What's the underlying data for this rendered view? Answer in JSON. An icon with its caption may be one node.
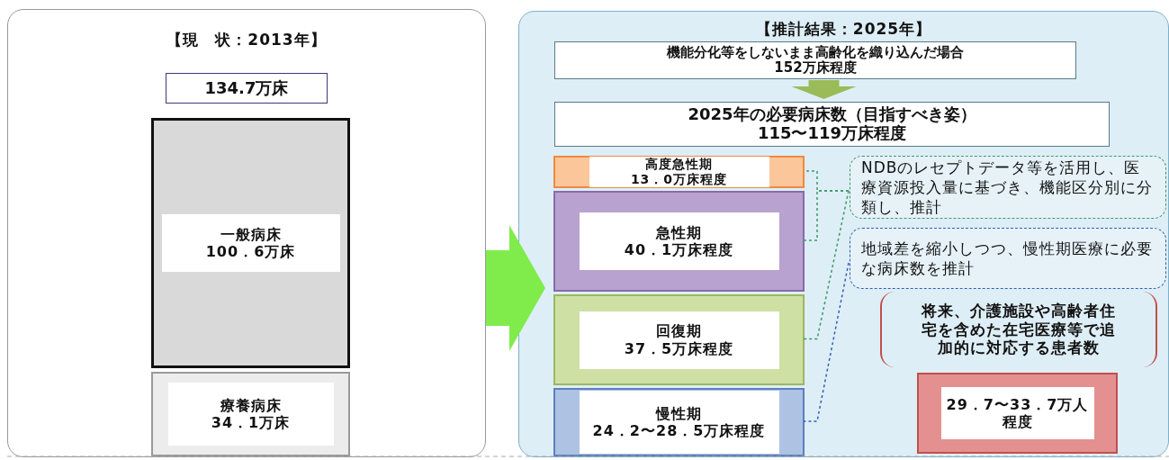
{
  "diagram": {
    "nodes": [
      {
        "text": [
          "【現　状：2013年】"
        ]
      },
      {
        "text": [
          "134.7万床"
        ],
        "in": 0
      },
      {
        "text": [
          "一般病床",
          "100．6万床"
        ],
        "in": 0
      },
      {
        "text": [
          "療養病床",
          "34．1万床"
        ],
        "in": 0
      },
      {
        "text": [
          "【推計結果：2025年】"
        ]
      },
      {
        "text": [
          "機能分化等をしないまま高齢化を織り込んだ場合",
          "152万床程度"
        ],
        "in": 4
      },
      {
        "text": [
          "2025年の必要病床数（目指すべき姿）",
          "115〜119万床程度"
        ],
        "in": 4
      },
      {
        "text": [
          "高度急性期",
          "13．0万床程度"
        ],
        "in": 4
      },
      {
        "text": [
          "急性期",
          "40．1万床程度"
        ],
        "in": 4
      },
      {
        "text": [
          "回復期",
          "37．5万床程度"
        ],
        "in": 4
      },
      {
        "text": [
          "慢性期",
          "24．2〜28．5万床程度"
        ],
        "in": 4
      },
      {
        "text": [
          "NDBのレセプトデータ等を活用し、医療資源投入量に基づき、機能区分別に分類し、推計"
        ],
        "in": 4
      },
      {
        "text": [
          "地域差を縮小しつつ、慢性期医療に必要な病床数を推計"
        ],
        "in": 4
      },
      {
        "text": [
          "将来、介護施設や高齢者住宅を含めた在宅医療等で追加的に対応する患者数"
        ],
        "in": 4
      },
      {
        "text": [
          "29．7〜33．7万人程度"
        ],
        "in": 4
      }
    ],
    "edges": [
      {
        "from": 0,
        "to": 4,
        "arrow": "to",
        "style": "thick",
        "color": "#80ec4c"
      },
      {
        "from": 5,
        "to": 6,
        "arrow": "to",
        "style": "thick",
        "color": "#9bbb59"
      },
      {
        "from": 11,
        "to": 7,
        "arrow": "none",
        "style": "dashed",
        "color": "#3a9a6a"
      },
      {
        "from": 11,
        "to": 8,
        "arrow": "none",
        "style": "dashed",
        "color": "#3a9a6a"
      },
      {
        "from": 11,
        "to": 9,
        "arrow": "none",
        "style": "dashed",
        "color": "#3a9a6a"
      },
      {
        "from": 12,
        "to": 10,
        "arrow": "none",
        "style": "dashed",
        "color": "#3060b0"
      }
    ]
  }
}
